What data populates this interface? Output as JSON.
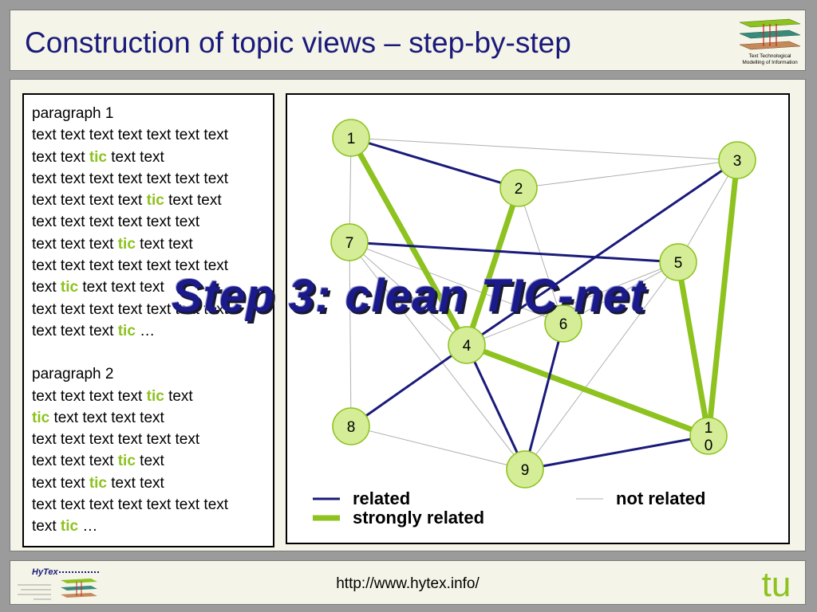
{
  "header": {
    "title": "Construction of topic views – step-by-step",
    "logo_line1": "Text Technological",
    "logo_line2": "Modelling of Information"
  },
  "overlay": {
    "text": "Step 3: clean TIC-net"
  },
  "paragraphs": [
    {
      "heading": "paragraph 1",
      "lines": [
        [
          {
            "t": "text text text text text text text"
          }
        ],
        [
          {
            "t": "text text "
          },
          {
            "t": "tic",
            "tic": true
          },
          {
            "t": " text text"
          }
        ],
        [
          {
            "t": "text text text text text text text"
          }
        ],
        [
          {
            "t": "text text text text "
          },
          {
            "t": "tic",
            "tic": true
          },
          {
            "t": " text text"
          }
        ],
        [
          {
            "t": "text text text text text text"
          }
        ],
        [
          {
            "t": "text text text "
          },
          {
            "t": "tic",
            "tic": true
          },
          {
            "t": " text text"
          }
        ],
        [
          {
            "t": "text text text text text text text"
          }
        ],
        [
          {
            "t": "text "
          },
          {
            "t": "tic",
            "tic": true
          },
          {
            "t": " text text text"
          }
        ],
        [
          {
            "t": "text text text text text text text"
          }
        ],
        [
          {
            "t": "text text text "
          },
          {
            "t": "tic",
            "tic": true
          },
          {
            "t": " …"
          }
        ]
      ]
    },
    {
      "heading": "paragraph 2",
      "lines": [
        [
          {
            "t": "text text text text "
          },
          {
            "t": "tic",
            "tic": true
          },
          {
            "t": " text"
          }
        ],
        [
          {
            "t": "tic",
            "tic": true
          },
          {
            "t": " text text text text"
          }
        ],
        [
          {
            "t": "text text text text text text"
          }
        ],
        [
          {
            "t": "text text text "
          },
          {
            "t": "tic",
            "tic": true
          },
          {
            "t": " text"
          }
        ],
        [
          {
            "t": "text text "
          },
          {
            "t": "tic",
            "tic": true
          },
          {
            "t": " text text"
          }
        ],
        [
          {
            "t": "text text text text text text text"
          }
        ],
        [
          {
            "t": "text "
          },
          {
            "t": "tic",
            "tic": true
          },
          {
            "t": " …"
          }
        ]
      ]
    }
  ],
  "graph": {
    "nodes": [
      {
        "id": "1",
        "label": "1"
      },
      {
        "id": "2",
        "label": "2"
      },
      {
        "id": "3",
        "label": "3"
      },
      {
        "id": "4",
        "label": "4"
      },
      {
        "id": "5",
        "label": "5"
      },
      {
        "id": "6",
        "label": "6"
      },
      {
        "id": "7",
        "label": "7"
      },
      {
        "id": "8",
        "label": "8"
      },
      {
        "id": "9",
        "label": "9"
      },
      {
        "id": "10",
        "label": "1\n0"
      }
    ],
    "edges": [
      {
        "from": "1",
        "to": "3",
        "type": "not"
      },
      {
        "from": "1",
        "to": "7",
        "type": "not"
      },
      {
        "from": "7",
        "to": "8",
        "type": "not"
      },
      {
        "from": "7",
        "to": "9",
        "type": "not"
      },
      {
        "from": "2",
        "to": "3",
        "type": "not"
      },
      {
        "from": "2",
        "to": "6",
        "type": "not"
      },
      {
        "from": "3",
        "to": "4",
        "type": "not"
      },
      {
        "from": "3",
        "to": "5",
        "type": "not"
      },
      {
        "from": "5",
        "to": "4",
        "type": "not"
      },
      {
        "from": "5",
        "to": "6",
        "type": "not"
      },
      {
        "from": "5",
        "to": "9",
        "type": "not"
      },
      {
        "from": "7",
        "to": "6",
        "type": "not"
      },
      {
        "from": "8",
        "to": "9",
        "type": "not"
      },
      {
        "from": "4",
        "to": "10",
        "type": "not"
      },
      {
        "from": "7",
        "to": "4",
        "type": "not"
      },
      {
        "from": "1",
        "to": "2",
        "type": "related"
      },
      {
        "from": "7",
        "to": "5",
        "type": "related"
      },
      {
        "from": "3",
        "to": "4",
        "type": "related"
      },
      {
        "from": "8",
        "to": "4",
        "type": "related"
      },
      {
        "from": "4",
        "to": "9",
        "type": "related"
      },
      {
        "from": "6",
        "to": "9",
        "type": "related"
      },
      {
        "from": "9",
        "to": "10",
        "type": "related"
      },
      {
        "from": "1",
        "to": "4",
        "type": "strong"
      },
      {
        "from": "2",
        "to": "4",
        "type": "strong"
      },
      {
        "from": "4",
        "to": "10",
        "type": "strong"
      },
      {
        "from": "3",
        "to": "10",
        "type": "strong"
      },
      {
        "from": "5",
        "to": "10",
        "type": "strong"
      }
    ]
  },
  "legend": {
    "related": "related",
    "strong": "strongly related",
    "not_related": "not related"
  },
  "colors": {
    "related": "#1a1a7a",
    "strong": "#8dc21f",
    "not_related": "#b0b0b0",
    "node_fill": "#d4ed96",
    "node_stroke": "#8dc21f"
  },
  "footer": {
    "url": "http://www.hytex.info/"
  },
  "logos": {
    "hytex": "HyTex",
    "tu": "tu"
  }
}
